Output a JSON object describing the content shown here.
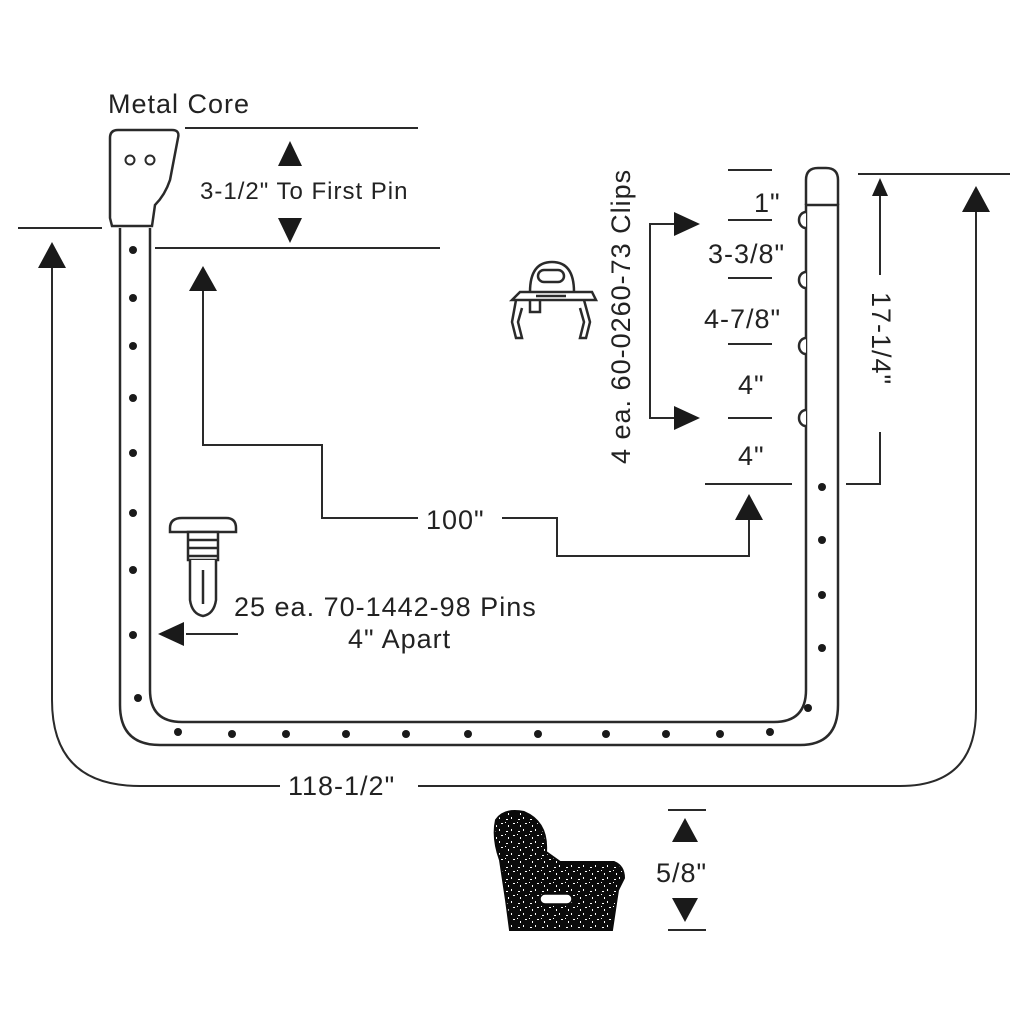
{
  "labels": {
    "metal_core": "Metal Core",
    "first_pin": "3-1/2\"  To  First  Pin",
    "clip_callout": "4  ea.  60-0260-73  Clips",
    "clip_spacing": [
      "1\"",
      "3-3/8\"",
      "4-7/8\"",
      "4\"",
      "4\""
    ],
    "height": "17-1/4\"",
    "length_100": "100\"",
    "pins_callout_line1": "25  ea.  70-1442-98  Pins",
    "pins_callout_line2": "4\"  Apart",
    "overall_length": "118-1/2\"",
    "profile_height": "5/8\""
  },
  "icons": [
    "metal-core-icon",
    "clip-icon",
    "pin-icon",
    "seal-profile-icon",
    "dimension-arrow-icon"
  ],
  "colors": {
    "line": "#2a2a2a",
    "profile_fill": "#0a0a0a"
  }
}
